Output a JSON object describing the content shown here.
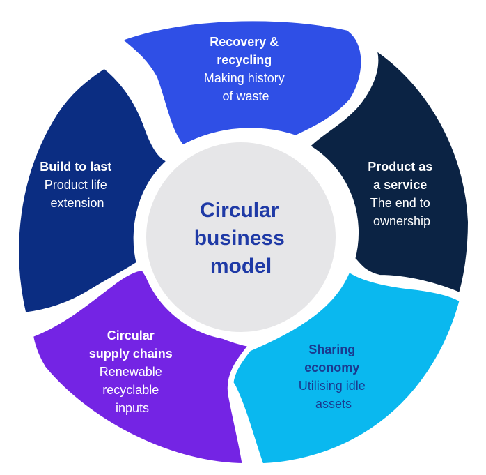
{
  "center": {
    "lines": [
      "Circular",
      "business",
      "model"
    ],
    "color": "#1f3aa6",
    "fill": "#e6e6e8"
  },
  "segments": [
    {
      "id": "recovery-recycling",
      "title_lines": [
        "Recovery &",
        "recycling"
      ],
      "subtitle_lines": [
        "Making history",
        "of waste"
      ],
      "fill": "#2f4fe6",
      "text_color": "#ffffff"
    },
    {
      "id": "product-as-a-service",
      "title_lines": [
        "Product as",
        "a service"
      ],
      "subtitle_lines": [
        "The end to",
        "ownership"
      ],
      "fill": "#0b2344",
      "text_color": "#ffffff"
    },
    {
      "id": "sharing-economy",
      "title_lines": [
        "Sharing",
        "economy"
      ],
      "subtitle_lines": [
        "Utilising idle",
        "assets"
      ],
      "fill": "#0ab8ef",
      "text_color": "#1a3a8f"
    },
    {
      "id": "circular-supply-chains",
      "title_lines": [
        "Circular",
        "supply chains"
      ],
      "subtitle_lines": [
        "Renewable",
        "recyclable",
        "inputs"
      ],
      "fill": "#7424e4",
      "text_color": "#ffffff"
    },
    {
      "id": "build-to-last",
      "title_lines": [
        "Build to last"
      ],
      "subtitle_lines": [
        "Product life",
        "extension"
      ],
      "fill": "#0b2d82",
      "text_color": "#ffffff"
    }
  ]
}
